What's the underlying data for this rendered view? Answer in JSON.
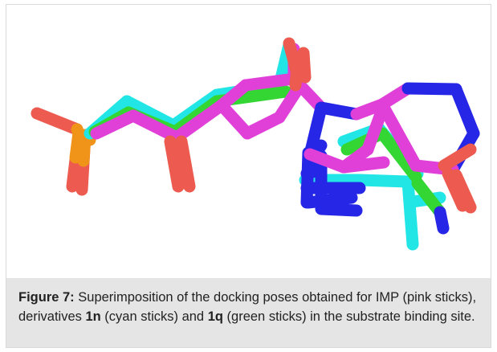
{
  "figure": {
    "label": "Figure 7:",
    "caption_part1": " Superimposition of the docking poses obtained for IMP (pink sticks), derivatives ",
    "compound_1": "1n",
    "caption_part2": " (cyan sticks) and ",
    "compound_2": "1q",
    "caption_part3": " (green sticks) in the substrate binding site."
  },
  "colors": {
    "imp": "#e040d8",
    "cyan": "#22e6e6",
    "green": "#33d633",
    "nitrogen": "#2626e6",
    "oxygen": "#ec5a50",
    "phosphorus": "#ef9418",
    "caption_bg": "#e5e5e5"
  }
}
